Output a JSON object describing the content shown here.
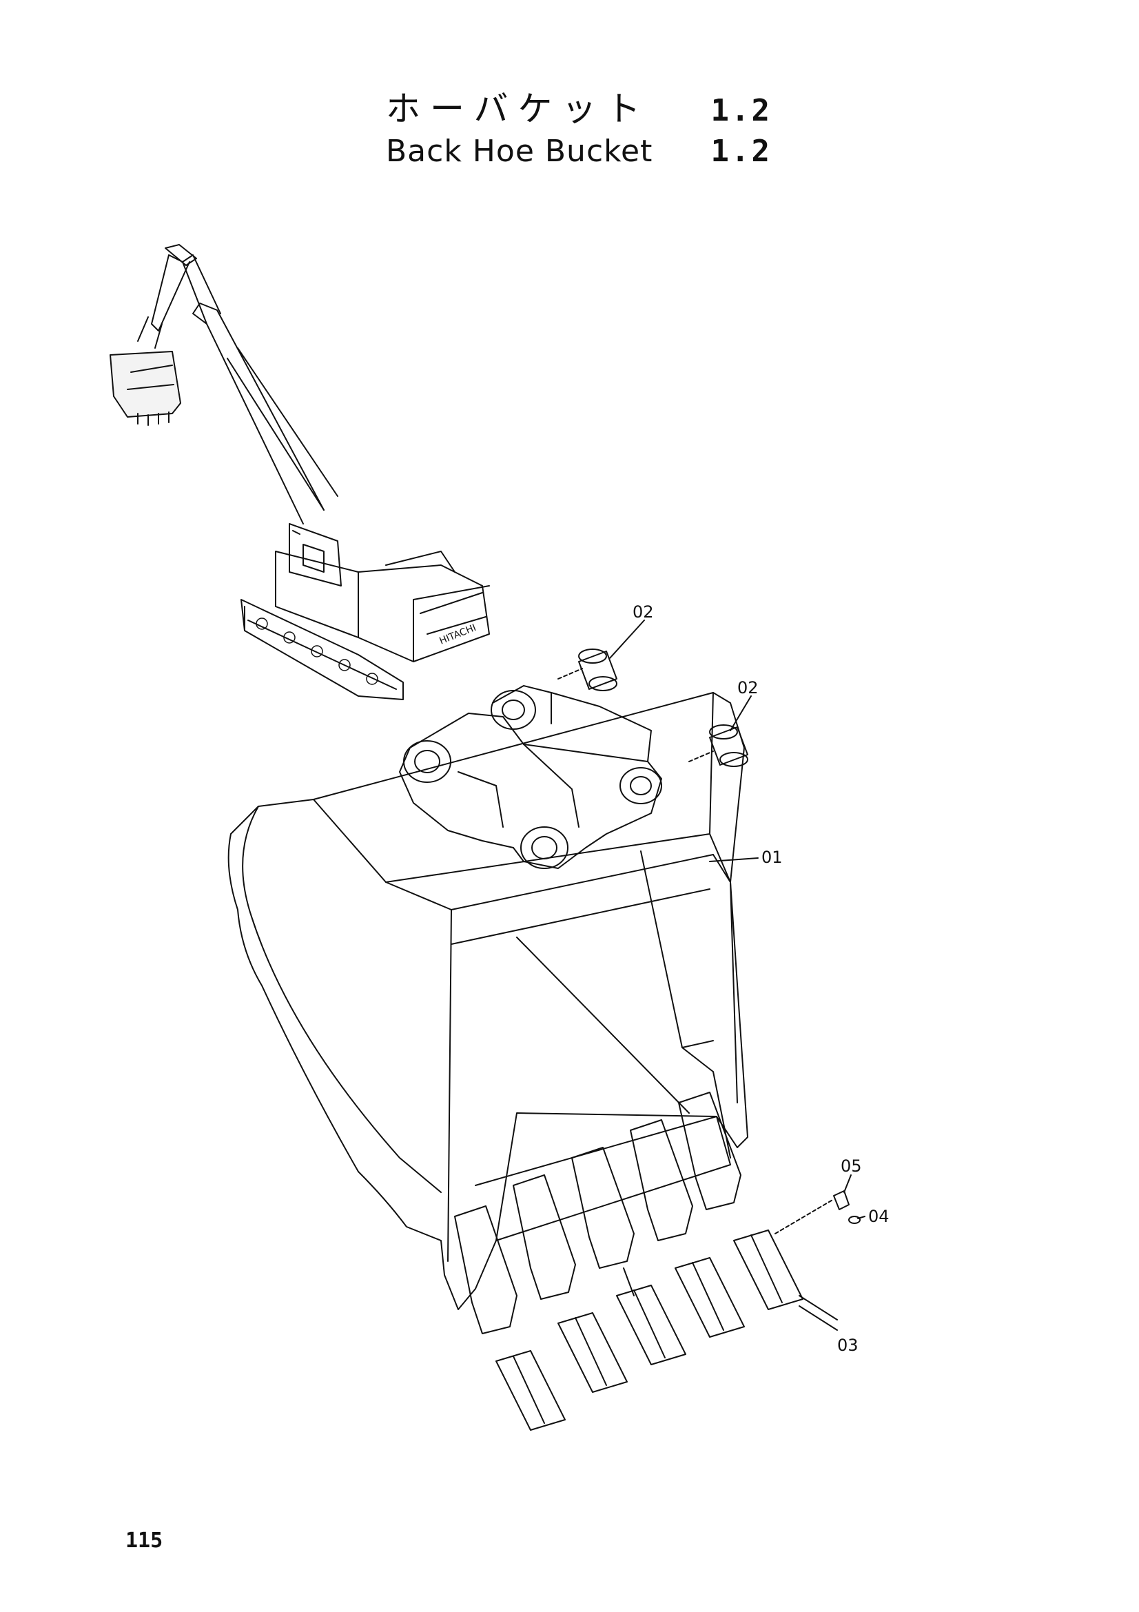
{
  "title": {
    "japanese": "ホーバケット",
    "japanese_number": "1.2",
    "english": "Back Hoe Bucket",
    "english_number": "1.2"
  },
  "callouts": [
    "02",
    "02",
    "01",
    "05",
    "04",
    "03"
  ],
  "machine_branding": "HITACHI",
  "page_number": "115"
}
